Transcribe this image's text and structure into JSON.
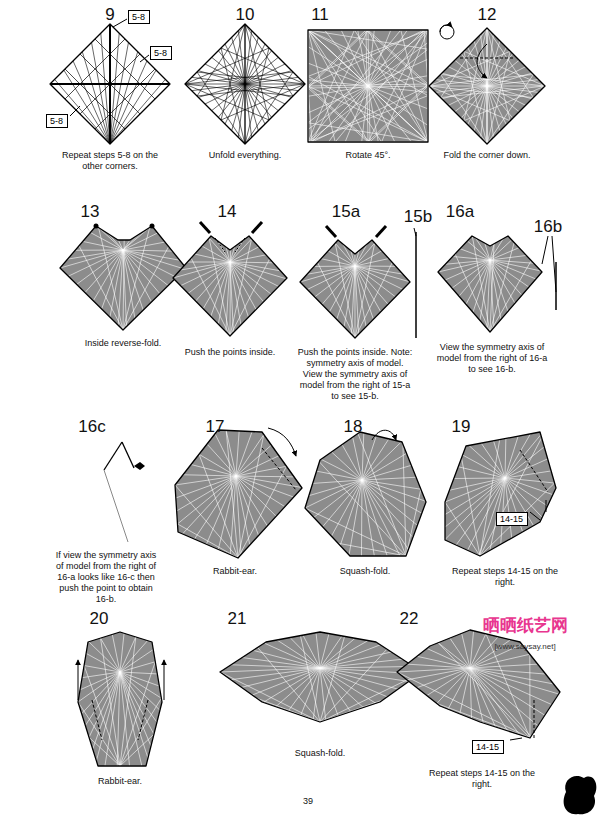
{
  "diagram": {
    "nodes": [
      {
        "text": [
          "5-8"
        ]
      },
      {
        "text": [
          "5-8"
        ]
      },
      {
        "text": [
          "5-8"
        ]
      },
      {
        "text": [
          "14-15"
        ]
      },
      {
        "text": [
          "14-15"
        ]
      }
    ],
    "labels": [
      "9",
      "Repeat steps 5-8 on the other corners.",
      "10",
      "Unfold everything.",
      "11",
      "Rotate 45°.",
      "12",
      "Fold the corner down.",
      "13",
      "Inside reverse-fold.",
      "14",
      "Push the points inside.",
      "15a",
      "15b",
      "Push the points inside. Note: symmetry axis of model. View the symmetry axis of model from the right of 15-a to see 15-b.",
      "16a",
      "16b",
      "View the symmetry axis of model from the right of 16-a to see 16-b.",
      "16c",
      "If view the symmetry axis of model from the right of 16-a looks like 16-c then push the point to obtain 16-b.",
      "17",
      "Rabbit-ear.",
      "18",
      "Squash-fold.",
      "19",
      "Repeat steps 14-15 on the right.",
      "20",
      "Rabbit-ear.",
      "21",
      "Squash-fold.",
      "22",
      "Repeat steps 14-15 on the right.",
      "晒晒纸艺网",
      "[www.saysay.net]",
      "39"
    ]
  }
}
